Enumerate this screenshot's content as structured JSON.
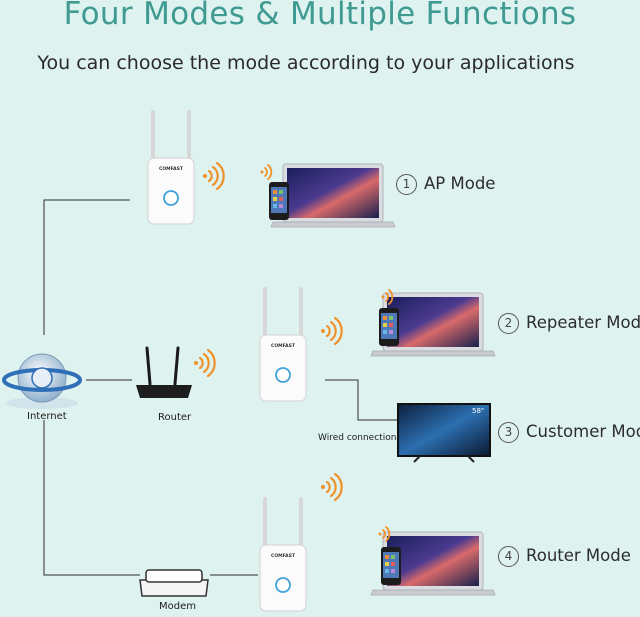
{
  "header": {
    "title": "Four Modes & Multiple Functions",
    "subtitle": "You can choose the mode according to your applications"
  },
  "modes": [
    {
      "num": "1",
      "label": "AP Mode"
    },
    {
      "num": "2",
      "label": "Repeater Mode"
    },
    {
      "num": "3",
      "label": "Customer Mode"
    },
    {
      "num": "4",
      "label": "Router Mode"
    }
  ],
  "devices": {
    "internet_label": "Internet",
    "router_label": "Router",
    "modem_label": "Modem",
    "wired_label": "Wired connection",
    "tv_size": "58\"",
    "brand": "COMFAST"
  },
  "colors": {
    "background": "#def2ef",
    "title": "#3f9a92",
    "wifi": "#f0922b"
  }
}
